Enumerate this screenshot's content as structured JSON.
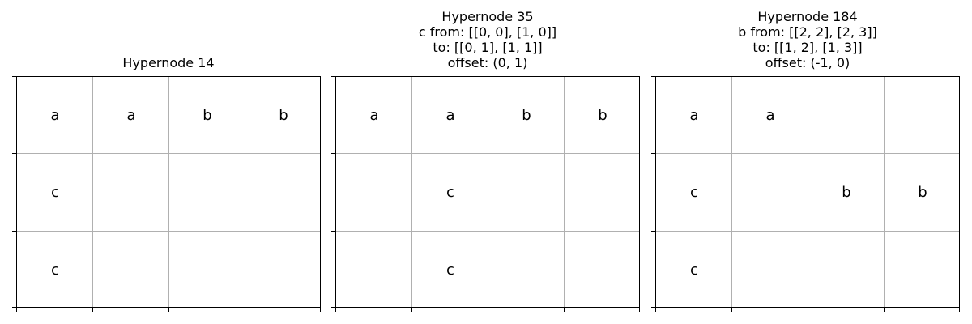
{
  "panels": [
    {
      "title_lines": [
        "Hypernode 14"
      ],
      "rows": 3,
      "cols": 4,
      "cells": [
        [
          "a",
          "a",
          "b",
          "b"
        ],
        [
          "c",
          "",
          "",
          ""
        ],
        [
          "c",
          "",
          "",
          ""
        ]
      ]
    },
    {
      "title_lines": [
        "Hypernode 35",
        "c from: [[0, 0], [1, 0]]",
        "to: [[0, 1], [1, 1]]",
        "offset: (0, 1)"
      ],
      "rows": 3,
      "cols": 4,
      "cells": [
        [
          "a",
          "a",
          "b",
          "b"
        ],
        [
          "",
          "c",
          "",
          ""
        ],
        [
          "",
          "c",
          "",
          ""
        ]
      ]
    },
    {
      "title_lines": [
        "Hypernode 184",
        "b from: [[2, 2], [2, 3]]",
        "to: [[1, 2], [1, 3]]",
        "offset: (-1, 0)"
      ],
      "rows": 3,
      "cols": 4,
      "cells": [
        [
          "a",
          "a",
          "",
          ""
        ],
        [
          "c",
          "",
          "b",
          "b"
        ],
        [
          "c",
          "",
          "",
          ""
        ]
      ]
    }
  ]
}
